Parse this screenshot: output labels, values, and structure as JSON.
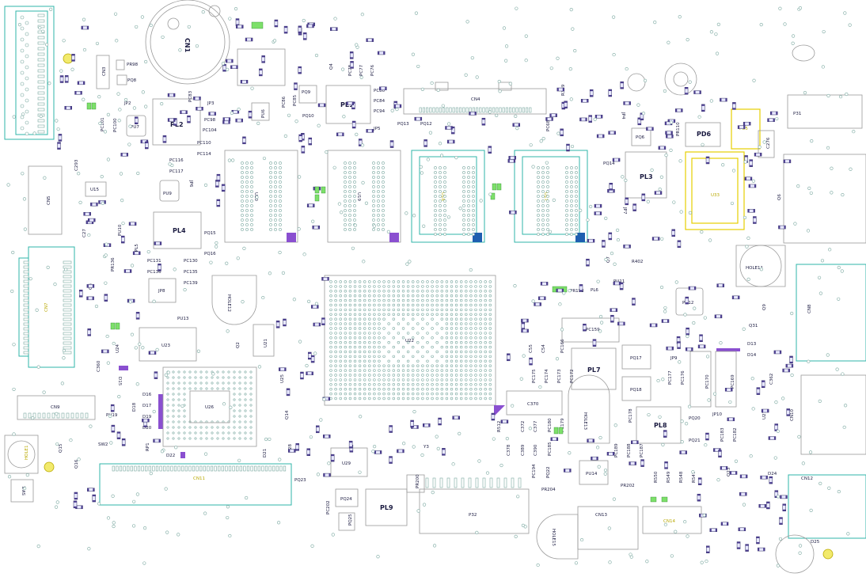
{
  "labels": {
    "cn1": "CN1",
    "pr98": "PR98",
    "pq8": "PQ8",
    "cn3": "CN3",
    "jp2": "JP2",
    "pl2": "PL2",
    "pc83": "PC83",
    "jp3": "JP3",
    "pc98": "PC98",
    "pc104": "PC104",
    "pc110": "PC110",
    "pc114": "PC114",
    "pu7": "PU7",
    "pc101": "PC101",
    "pc100": "PC100",
    "pq4": "PQ4",
    "pu6": "PU6",
    "pc86": "PC86",
    "pc85": "PC85",
    "pq9": "PQ9",
    "pq10": "PQ10",
    "q4": "Q4",
    "pc78": "PC78",
    "pc77": "PC77",
    "pc76": "PC76",
    "pl1": "PL1",
    "pc80": "PC80",
    "pc84": "PC84",
    "pc94": "PC94",
    "jp5": "JP5",
    "cn4": "CN4",
    "pq13": "PQ13",
    "pq12": "PQ12",
    "r339": "R339",
    "pc68": "PC68",
    "jp4": "JP4",
    "pq6": "PQ6",
    "pr110": "PR110",
    "pd6": "PD6",
    "pu5": "PU5",
    "c276": "C276",
    "p31": "P31",
    "cn5": "CN5",
    "c293": "C293",
    "u15": "U15",
    "pc116": "PC116",
    "pc117": "PC117",
    "pu9": "PU9",
    "jp6": "JP6",
    "u20": "U20",
    "u19": "U19",
    "u18": "U18",
    "u17": "U17",
    "pq14": "PQ14",
    "pl3": "PL3",
    "jp7": "JP7",
    "q6": "Q6",
    "u33": "U33",
    "c27": "C27",
    "pu10": "PU10",
    "pl5": "PL5",
    "pl4": "PL4",
    "pq15": "PQ15",
    "pq16": "PQ16",
    "pr136": "PR136",
    "pc131": "PC131",
    "pc136": "PC136",
    "pc130": "PC130",
    "pc135": "PC135",
    "pc139": "PC139",
    "jp8": "JP8",
    "q7": "Q7",
    "r402": "R402",
    "pu11": "PU11",
    "pr153": "PR153",
    "pl6": "PL6",
    "cn7": "CN7",
    "q8": "Q8",
    "hole12": "HOLE12",
    "hole11": "HOLE11",
    "pu12": "PU12",
    "cn8": "CN8",
    "q9": "Q9",
    "pu13": "PU13",
    "u23": "U23",
    "u22": "U22",
    "u21": "U21",
    "q2": "Q2",
    "u24": "U24",
    "pc159": "PC159",
    "q31": "Q31",
    "d13": "D13",
    "d14": "D14",
    "c55": "C55",
    "c54": "C54",
    "pc166": "PC166",
    "pl7": "PL7",
    "pq17": "PQ17",
    "jp9": "JP9",
    "pc170": "PC170",
    "pc169": "PC169",
    "c362": "C362",
    "c360": "C360",
    "d15": "D15",
    "u25": "U25",
    "pc175": "PC175",
    "pc174": "PC174",
    "pc173": "PC173",
    "pc172": "PC172",
    "pq18": "PQ18",
    "pc177": "PC177",
    "pc176": "PC176",
    "cn9": "CN9",
    "d16": "D16",
    "d17": "D17",
    "d18": "D18",
    "d19": "D19",
    "d20": "D20",
    "pu19": "PU19",
    "u26": "U26",
    "q14": "Q14",
    "c370": "C370",
    "hole13": "HOLE13",
    "pl8": "PL8",
    "pq20": "PQ20",
    "jp10": "JP10",
    "pq21": "PQ21",
    "pc183": "PC183",
    "pc182": "PC182",
    "u27": "U27",
    "cn10": "CN10",
    "sw2": "SW2",
    "q15": "Q15",
    "q16": "Q16",
    "rp1": "RP1",
    "d22": "D22",
    "d21": "D21",
    "u28": "U28",
    "u29": "U29",
    "y3": "Y3",
    "r512": "R512",
    "c372": "C372",
    "c377": "C377",
    "pc180": "PC180",
    "pc179": "PC179",
    "pc178": "PC178",
    "c378": "C378",
    "c389": "C389",
    "c390": "C390",
    "pc185": "PC185",
    "pc194": "PC194",
    "pq22": "PQ22",
    "pu14": "PU14",
    "pr202": "PR202",
    "pc189": "PC189",
    "pc188": "PC188",
    "pc187": "PC187",
    "r550": "R550",
    "r549": "R549",
    "r548": "R548",
    "r547": "R547",
    "q23": "Q23",
    "d24": "D24",
    "cn12": "CN12",
    "cn11": "CN11",
    "hole1": "HOLE1",
    "sw1": "SW1",
    "pq23": "PQ23",
    "pc202": "PC202",
    "pq24": "PQ24",
    "pq25": "PQ25",
    "pl9": "PL9",
    "pr200": "PR200",
    "p32": "P32",
    "pr204": "PR204",
    "hole15": "HOLE15",
    "cn13": "CN13",
    "cn14": "CN14",
    "d25": "D25",
    "pc153": "PC153",
    "pc155": "PC155"
  },
  "colors": {
    "outline": "#7fbf9f",
    "connector": "#2fb5a8",
    "highlight": "#e6cf00",
    "label": "#1a1a40",
    "pin1_marker": "#8a4fd0",
    "pin1_marker_blue": "#1e5fb0",
    "jumper_pad": "#7de06a"
  }
}
